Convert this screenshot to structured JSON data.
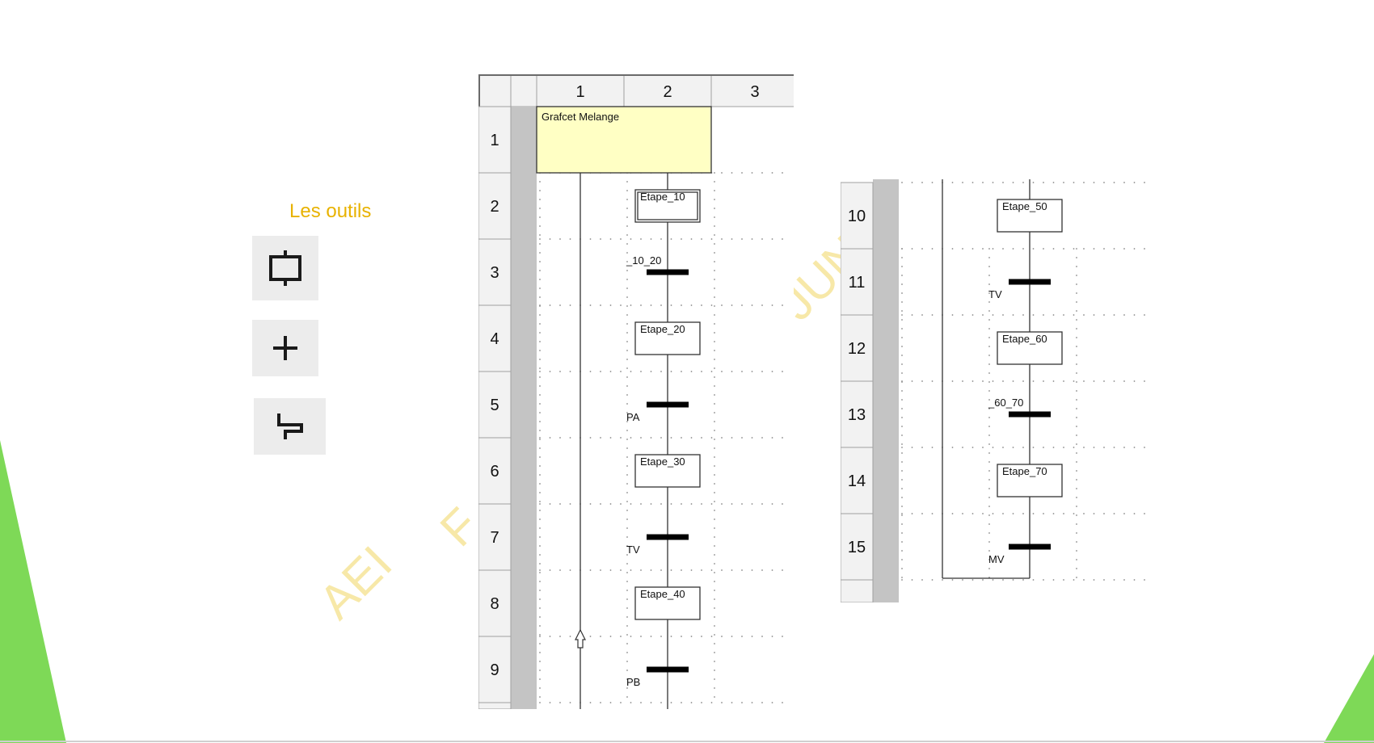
{
  "tools": {
    "title": "Les outils",
    "items": [
      {
        "name": "step-tool",
        "icon": "step-box-icon"
      },
      {
        "name": "transition-tool",
        "icon": "plus-icon"
      },
      {
        "name": "link-tool",
        "icon": "link-path-icon"
      }
    ]
  },
  "watermark": "AEI F JUN",
  "colors": {
    "accent_green": "#7ed957",
    "tools_title": "#e8b200",
    "comment_box": "#ffffc4"
  },
  "grafcet": {
    "columns": [
      "1",
      "2",
      "3"
    ],
    "comment": "Grafcet  Melange",
    "main_rows": [
      "1",
      "2",
      "3",
      "4",
      "5",
      "6",
      "7",
      "8",
      "9"
    ],
    "cont_rows": [
      "10",
      "11",
      "12",
      "13",
      "14",
      "15"
    ],
    "steps_main": [
      {
        "label": "Etape_10",
        "row": 2,
        "initial": true
      },
      {
        "label": "Etape_20",
        "row": 4
      },
      {
        "label": "Etape_30",
        "row": 6
      },
      {
        "label": "Etape_40",
        "row": 8
      }
    ],
    "transitions_main": [
      {
        "label": "_10_20",
        "row": 3,
        "label_pos": "above"
      },
      {
        "label": "PA",
        "row": 5,
        "label_pos": "below"
      },
      {
        "label": "TV",
        "row": 7,
        "label_pos": "below"
      },
      {
        "label": "PB",
        "row": 9,
        "label_pos": "below"
      }
    ],
    "steps_cont": [
      {
        "label": "Etape_50",
        "row": 10
      },
      {
        "label": "Etape_60",
        "row": 12
      },
      {
        "label": "Etape_70",
        "row": 14
      }
    ],
    "transitions_cont": [
      {
        "label": "TV",
        "row": 11,
        "label_pos": "below"
      },
      {
        "label": "_60_70",
        "row": 13,
        "label_pos": "above"
      },
      {
        "label": "MV",
        "row": 15,
        "label_pos": "below"
      }
    ]
  }
}
